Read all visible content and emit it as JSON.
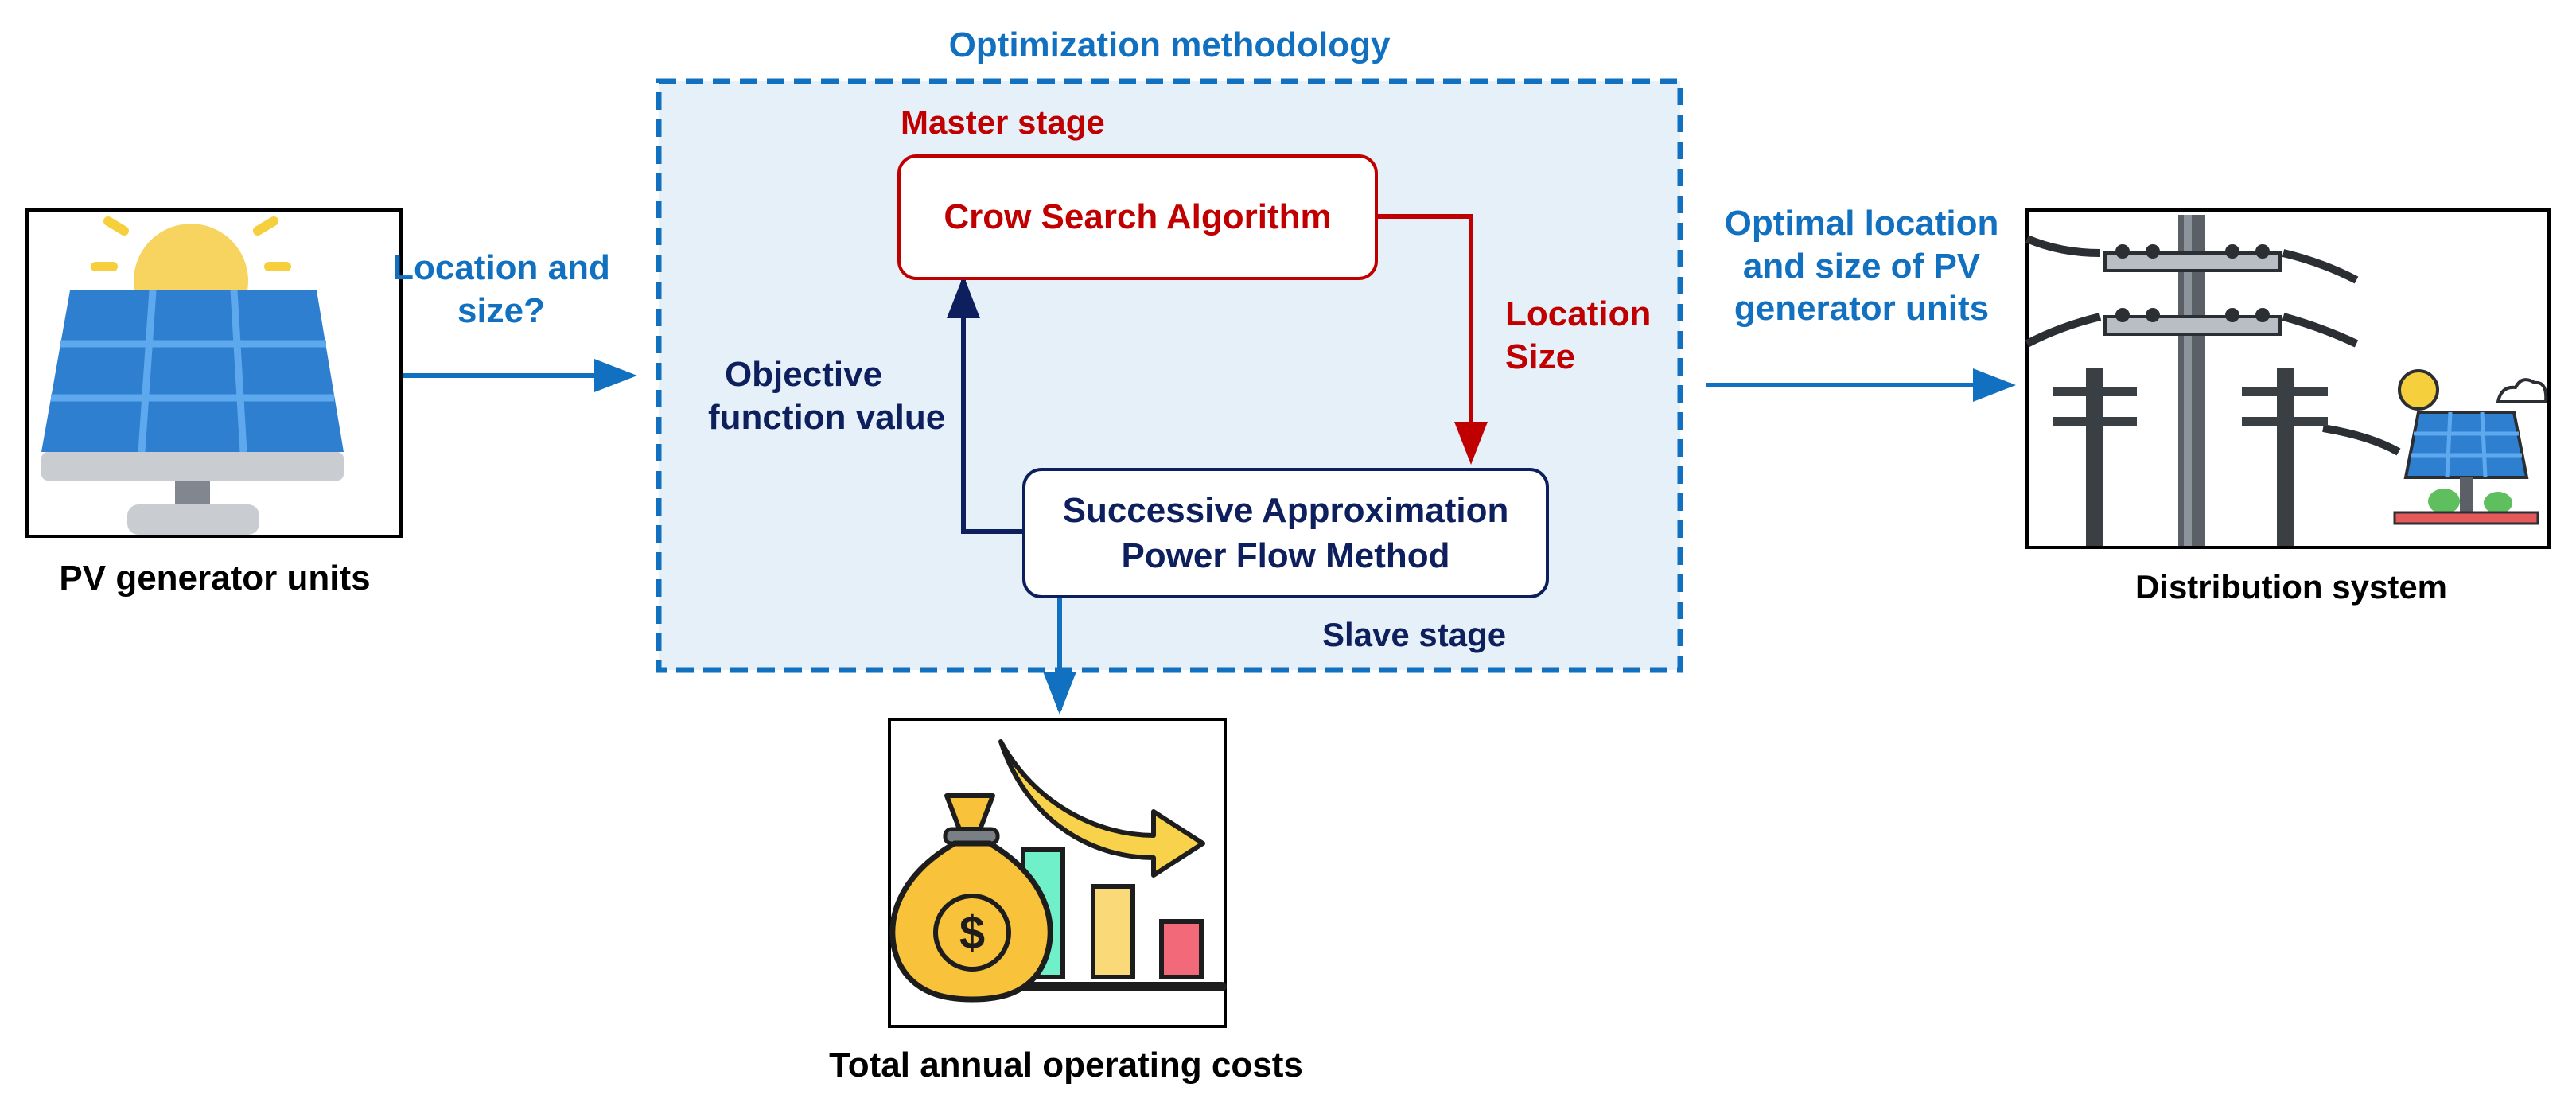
{
  "title": "Optimization methodology",
  "colors": {
    "blue_accent": "#1170c0",
    "master_red": "#c00000",
    "slave_navy": "#0d1f5c",
    "region_fill": "#e6f0f9"
  },
  "left": {
    "image_icon": "solar-panel-icon",
    "caption": "PV generator units",
    "question_line1": "Location and",
    "question_line2": "size?"
  },
  "master": {
    "stage_label": "Master stage",
    "box_label": "Crow Search Algorithm"
  },
  "slave": {
    "stage_label": "Slave stage",
    "box_line1": "Successive Approximation",
    "box_line2": "Power Flow Method"
  },
  "feedback": {
    "line1": "Objective",
    "line2": "function value"
  },
  "forward": {
    "line1": "Location",
    "line2": "Size"
  },
  "right": {
    "output_line1": "Optimal location",
    "output_line2": "and size of PV",
    "output_line3": "generator units",
    "image_icon": "power-lines-icon",
    "caption": "Distribution system"
  },
  "bottom": {
    "image_icon": "falling-costs-icon",
    "caption": "Total annual operating costs"
  }
}
